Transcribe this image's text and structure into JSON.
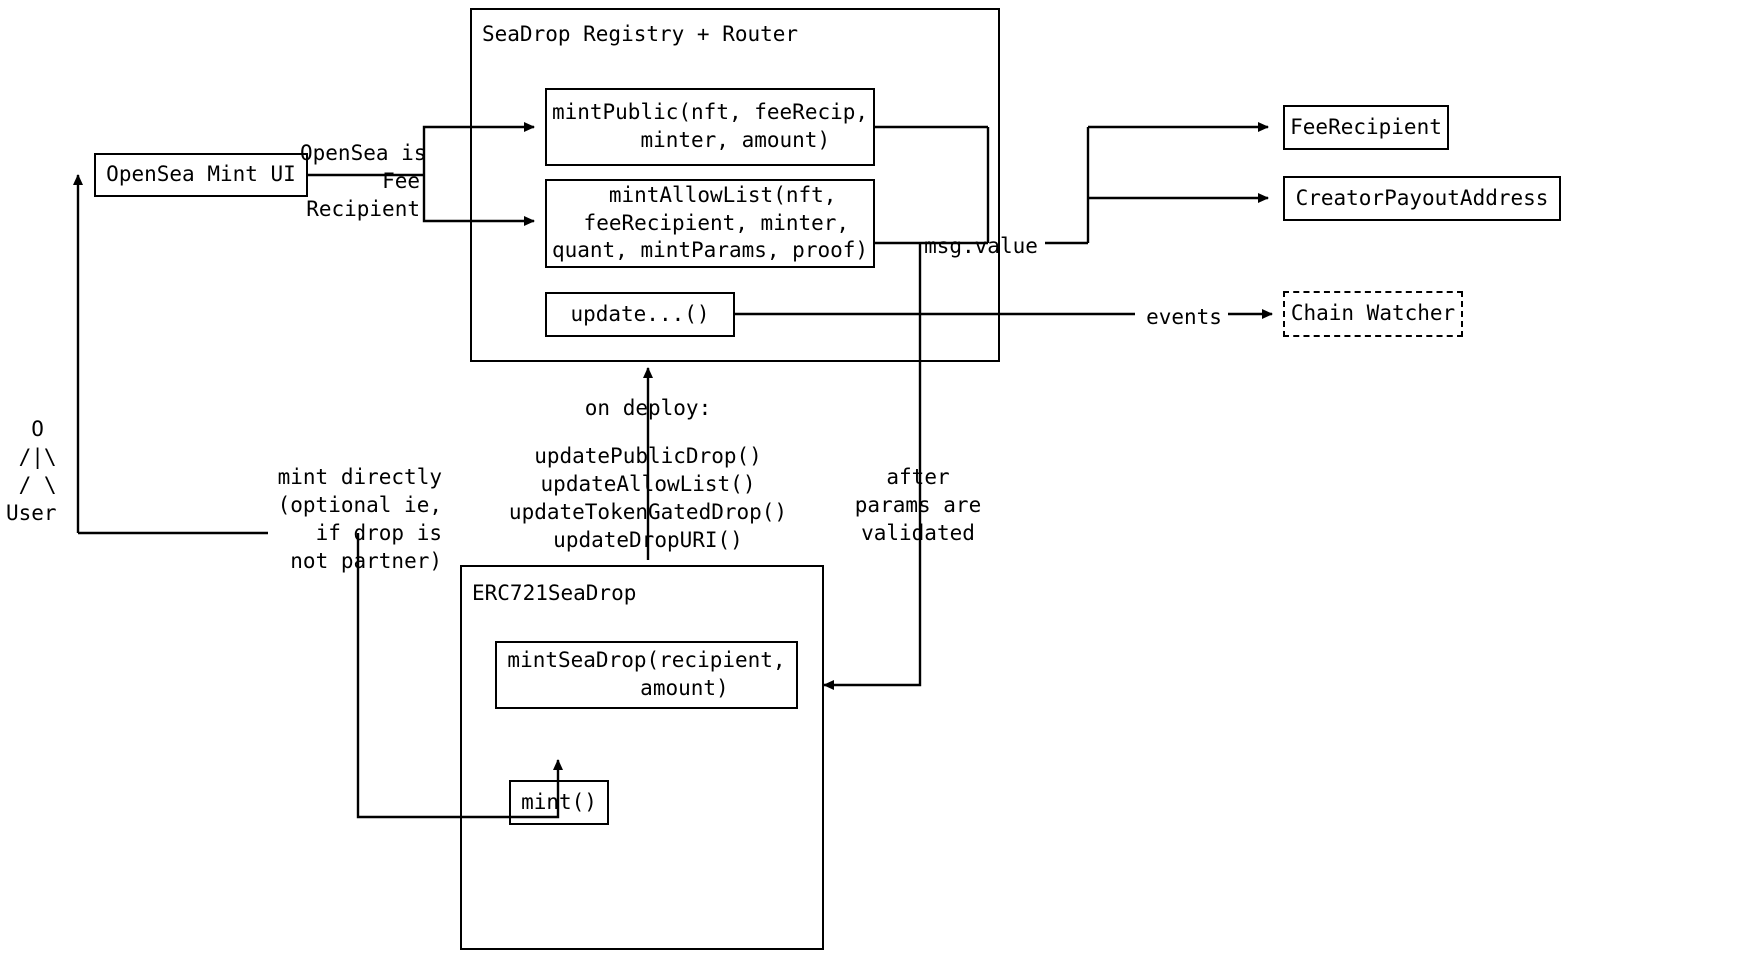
{
  "diagram": {
    "title": "SeaDrop mint flow architecture",
    "background_color": "#ffffff",
    "line_color": "#000000"
  },
  "actors": {
    "user": {
      "ascii": "  O\n /|\\\n / \\\nUser",
      "label": "User"
    }
  },
  "boxes": {
    "opensea_mint_ui": {
      "label": "OpenSea Mint UI"
    },
    "mint_public": {
      "label": "mintPublic(nft, feeRecip,\n    minter, amount)"
    },
    "mint_allow_list": {
      "label": "  mintAllowList(nft,\n feeRecipient, minter,\nquant, mintParams, proof)"
    },
    "update_fn": {
      "label": "update...()"
    },
    "fee_recipient": {
      "label": "FeeRecipient"
    },
    "creator_payout_address": {
      "label": "CreatorPayoutAddress"
    },
    "chain_watcher": {
      "label": "Chain Watcher",
      "style": "dashed"
    },
    "mint_sea_drop": {
      "label": "mintSeaDrop(recipient,\n      amount)"
    },
    "mint_fn": {
      "label": "mint()"
    }
  },
  "containers": {
    "seadrop_registry_router": {
      "title": "SeaDrop Registry + Router"
    },
    "erc721_seadrop": {
      "title": "ERC721SeaDrop"
    }
  },
  "edge_labels": {
    "opensea_is_fee_recipient": "OpenSea is\nFee\nRecipient",
    "msg_value": "msg.value",
    "events": "events",
    "mint_directly": "mint directly\n(optional ie,\n if drop is\nnot partner)",
    "on_deploy": "on deploy:",
    "on_deploy_functions": "updatePublicDrop()\nupdateAllowList()\nupdateTokenGatedDrop()\nupdateDropURI()",
    "after_params_validated": "after\nparams are\nvalidated"
  }
}
